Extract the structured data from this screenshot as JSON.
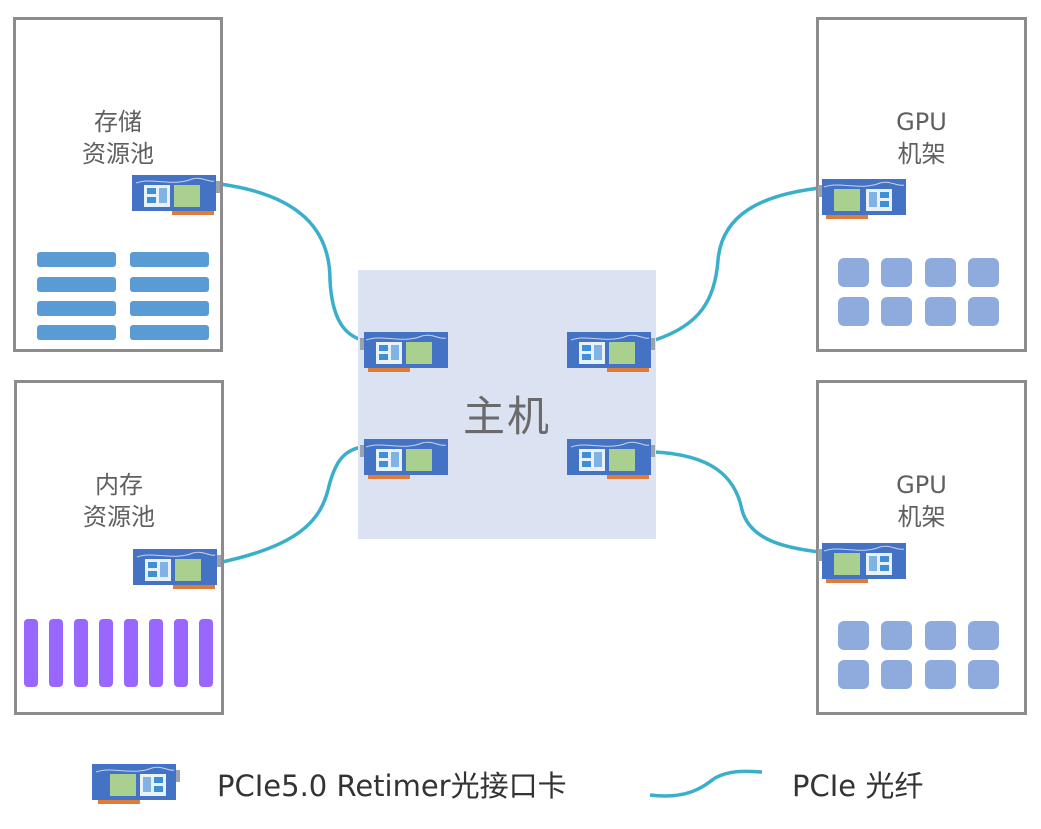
{
  "nodes": {
    "storage_pool": {
      "label_line1": "存储",
      "label_line2": "资源池"
    },
    "memory_pool": {
      "label_line1": "内存",
      "label_line2": "资源池"
    },
    "gpu_rack_top": {
      "label_line1": "GPU",
      "label_line2": "机架"
    },
    "gpu_rack_bottom": {
      "label_line1": "GPU",
      "label_line2": "机架"
    },
    "host": {
      "label": "主机"
    }
  },
  "legend": {
    "card_label": "PCIe5.0 Retimer光接口卡",
    "cable_label": "PCIe 光纤"
  },
  "colors": {
    "cable": "#3aafc9",
    "box_border": "#8c8c8c",
    "host_fill": "#dbe3f2",
    "storage_bar": "#5b9bd5",
    "memory_stick": "#9966ff",
    "gpu_cell": "#8faadc",
    "card_body": "#4472c4"
  }
}
